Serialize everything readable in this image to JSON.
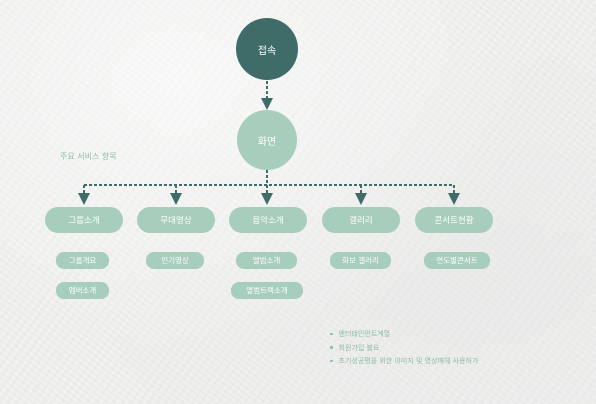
{
  "top_node": {
    "label": "접속"
  },
  "screen_node": {
    "label": "화면"
  },
  "section_label": "주요 서비스 항목",
  "categories": [
    {
      "label": "그룹소개",
      "items": [
        "그룹개요",
        "멤버소개"
      ]
    },
    {
      "label": "무대영상",
      "items": [
        "인기영상"
      ]
    },
    {
      "label": "음악소개",
      "items": [
        "앨범소개",
        "앨범트랙소개"
      ]
    },
    {
      "label": "갤러리",
      "items": [
        "화보 갤러리"
      ]
    },
    {
      "label": "콘서트현황",
      "items": [
        "연도별콘서트"
      ]
    }
  ],
  "notes": [
    "엔터테인먼트계열",
    "회원가입 불요",
    "초기성공평을 위한 이미지 및 영상매체 사용허가"
  ],
  "colors": {
    "dark_node": "#3f6c69",
    "mint_node": "#a7cdbc",
    "connector": "#3f6c69",
    "label_text": "#8cbba6",
    "background": "#f1f1f0"
  }
}
